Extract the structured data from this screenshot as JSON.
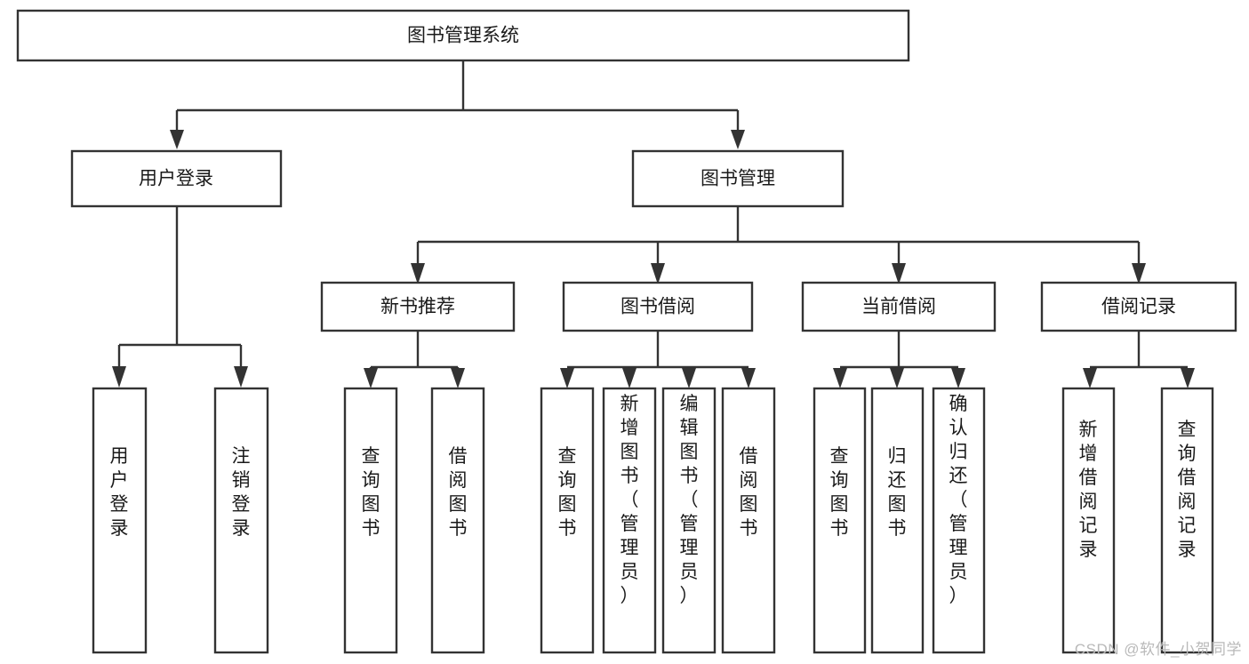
{
  "diagram": {
    "type": "tree",
    "title": "图书管理系统",
    "orientation": "top-down",
    "watermark": "CSDN @软件_小贺同学",
    "colors": {
      "box_stroke": "#333333",
      "box_fill": "#ffffff",
      "text": "#1a1a1a",
      "watermark": "#b9b9b9",
      "background": "#ffffff"
    },
    "root": {
      "id": "root",
      "label": "图书管理系统",
      "orientation": "horizontal"
    },
    "level2": [
      {
        "id": "user-login",
        "label": "用户登录",
        "orientation": "horizontal"
      },
      {
        "id": "book-manage",
        "label": "图书管理",
        "orientation": "horizontal"
      }
    ],
    "level3": [
      {
        "id": "new-book-rec",
        "label": "新书推荐",
        "orientation": "horizontal",
        "parent": "book-manage"
      },
      {
        "id": "book-borrow",
        "label": "图书借阅",
        "orientation": "horizontal",
        "parent": "book-manage"
      },
      {
        "id": "current-borrow",
        "label": "当前借阅",
        "orientation": "horizontal",
        "parent": "book-manage"
      },
      {
        "id": "borrow-record",
        "label": "借阅记录",
        "orientation": "horizontal",
        "parent": "book-manage"
      }
    ],
    "leaves": {
      "user-login": [
        {
          "id": "leaf-user-login",
          "label": "用户登录",
          "orientation": "vertical"
        },
        {
          "id": "leaf-user-logout",
          "label": "注销登录",
          "orientation": "vertical"
        }
      ],
      "new-book-rec": [
        {
          "id": "leaf-query-book-1",
          "label": "查询图书",
          "orientation": "vertical"
        },
        {
          "id": "leaf-borrow-book-1",
          "label": "借阅图书",
          "orientation": "vertical"
        }
      ],
      "book-borrow": [
        {
          "id": "leaf-query-book-2",
          "label": "查询图书",
          "orientation": "vertical"
        },
        {
          "id": "leaf-add-book",
          "label": "新增图书（管理员）",
          "orientation": "vertical"
        },
        {
          "id": "leaf-edit-book",
          "label": "编辑图书（管理员）",
          "orientation": "vertical"
        },
        {
          "id": "leaf-borrow-book-2",
          "label": "借阅图书",
          "orientation": "vertical"
        }
      ],
      "current-borrow": [
        {
          "id": "leaf-query-book-3",
          "label": "查询图书",
          "orientation": "vertical"
        },
        {
          "id": "leaf-return-book",
          "label": "归还图书",
          "orientation": "vertical"
        },
        {
          "id": "leaf-confirm-return",
          "label": "确认归还（管理员）",
          "orientation": "vertical"
        }
      ],
      "borrow-record": [
        {
          "id": "leaf-add-record",
          "label": "新增借阅记录",
          "orientation": "vertical"
        },
        {
          "id": "leaf-query-record",
          "label": "查询借阅记录",
          "orientation": "vertical"
        }
      ]
    }
  }
}
